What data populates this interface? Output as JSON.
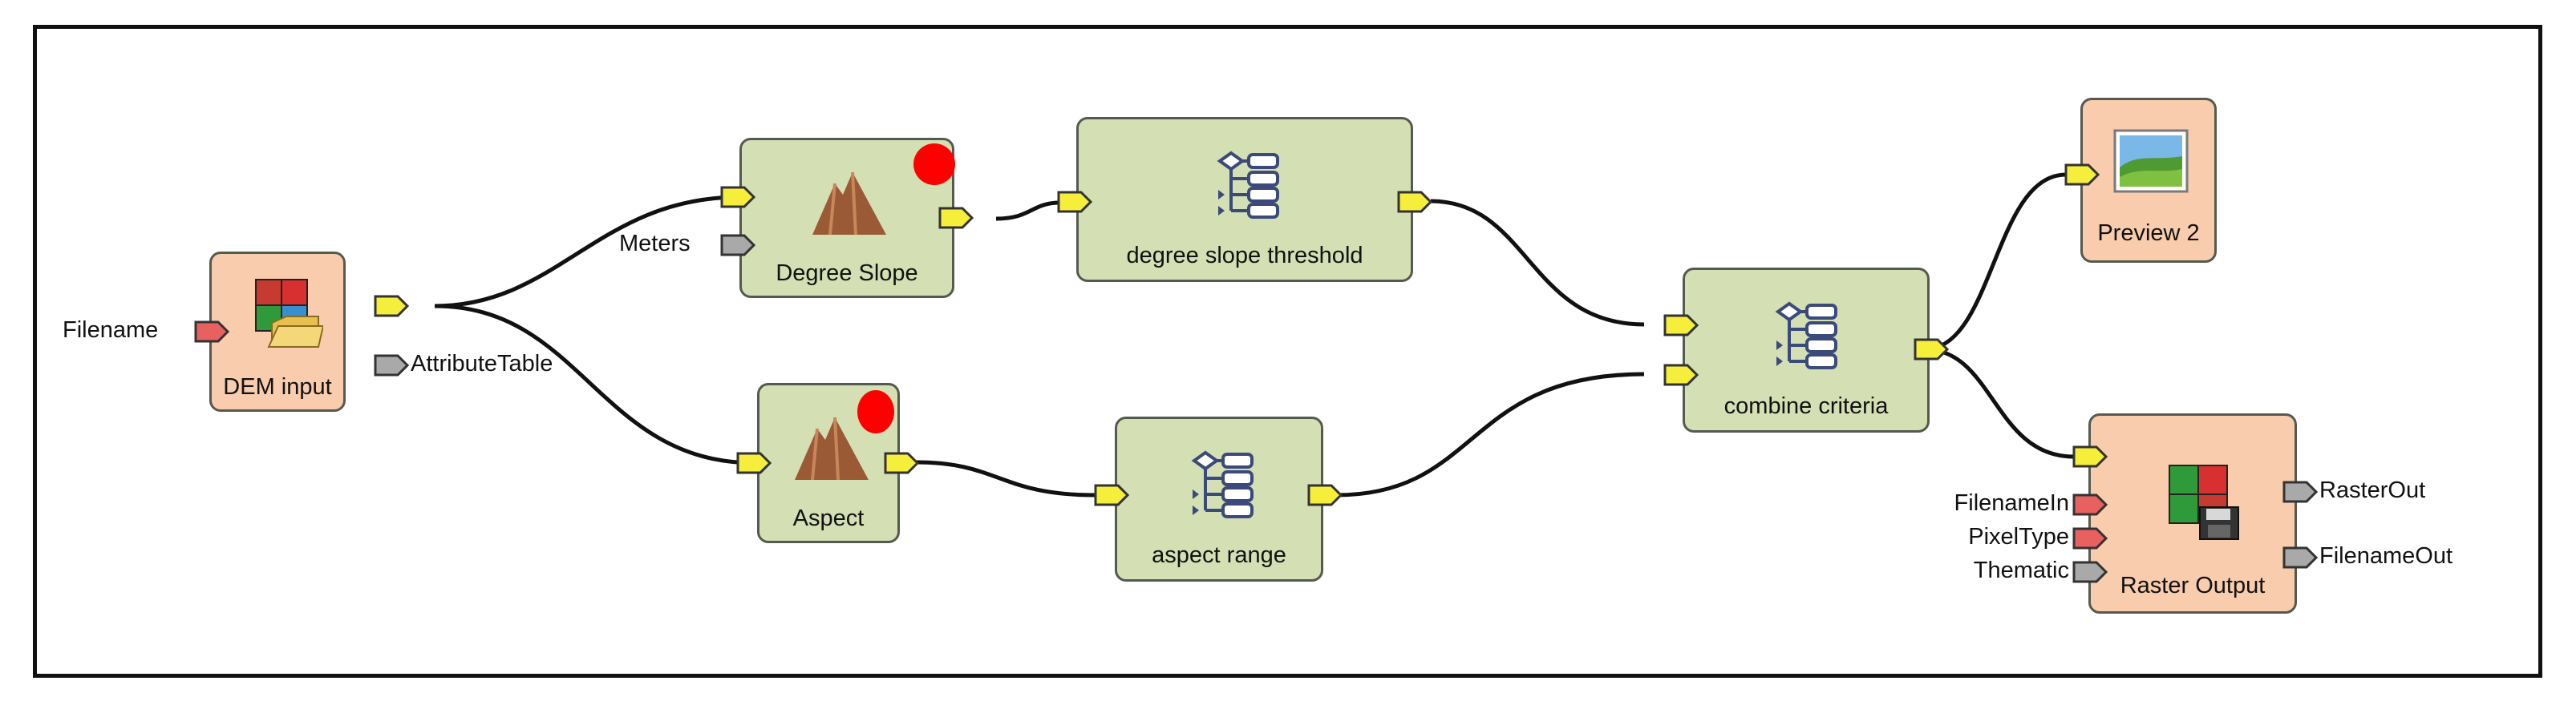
{
  "colors": {
    "node_green": "#d4dfb4",
    "node_orange": "#f8ccac",
    "node_border": "#555a50",
    "port_yellow": "#f5ee3a",
    "port_red": "#e86060",
    "port_gray": "#a9a9a9",
    "status_red": "#ff0000",
    "wire": "#111111"
  },
  "nodes": {
    "dem_input": {
      "label": "DEM input",
      "icon": "raster-open-icon"
    },
    "degree_slope": {
      "label": "Degree Slope",
      "icon": "terrain-icon",
      "status": "error"
    },
    "aspect": {
      "label": "Aspect",
      "icon": "terrain-icon",
      "status": "error"
    },
    "degree_slope_threshold": {
      "label": "degree slope threshold",
      "icon": "model-tree-icon"
    },
    "aspect_range": {
      "label": "aspect range",
      "icon": "model-tree-icon"
    },
    "combine_criteria": {
      "label": "combine criteria",
      "icon": "model-tree-icon"
    },
    "preview_2": {
      "label": "Preview 2",
      "icon": "landscape-preview-icon"
    },
    "raster_output": {
      "label": "Raster Output",
      "icon": "raster-save-icon"
    }
  },
  "ports": {
    "filename": "Filename",
    "attribute_table": "AttributeTable",
    "meters": "Meters",
    "filename_in": "FilenameIn",
    "pixel_type": "PixelType",
    "thematic": "Thematic",
    "raster_out": "RasterOut",
    "filename_out": "FilenameOut"
  },
  "connections": [
    {
      "from": "DEM input",
      "to": "Degree Slope"
    },
    {
      "from": "DEM input",
      "to": "Aspect"
    },
    {
      "from": "Degree Slope",
      "to": "degree slope threshold"
    },
    {
      "from": "Aspect",
      "to": "aspect range"
    },
    {
      "from": "degree slope threshold",
      "to": "combine criteria"
    },
    {
      "from": "aspect range",
      "to": "combine criteria"
    },
    {
      "from": "combine criteria",
      "to": "Preview 2"
    },
    {
      "from": "combine criteria",
      "to": "Raster Output"
    }
  ]
}
